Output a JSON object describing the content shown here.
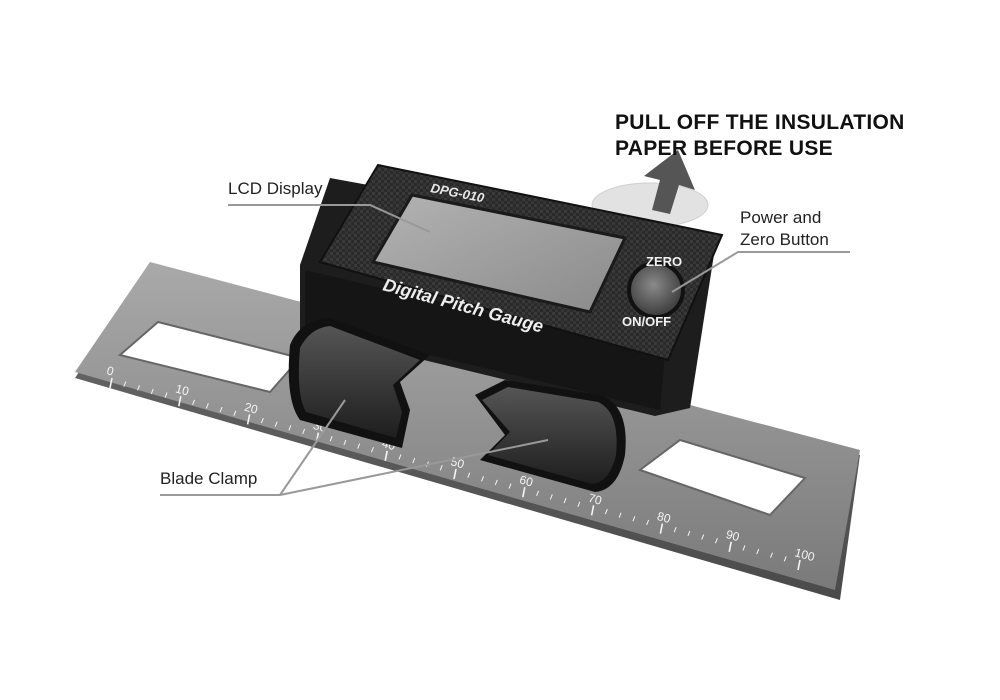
{
  "notice": {
    "line1": "PULL OFF THE INSULATION",
    "line2": "PAPER BEFORE USE"
  },
  "callouts": {
    "lcd_display": "LCD Display",
    "power_zero_line1": "Power and",
    "power_zero_line2": "Zero Button",
    "blade_clamp": "Blade Clamp"
  },
  "device": {
    "model": "DPG-010",
    "name": "Digital Pitch Gauge",
    "zero_label": "ZERO",
    "onoff_label": "ON/OFF"
  },
  "ruler": {
    "ticks": [
      "0",
      "10",
      "20",
      "30",
      "40",
      "50",
      "60",
      "70",
      "80",
      "90",
      "100"
    ]
  },
  "colors": {
    "body": "#2b2b2b",
    "bezel": "#3a3a3a",
    "screen": "#9a9a9a",
    "ruler": "#8c8c8c",
    "leader": "#999999"
  }
}
